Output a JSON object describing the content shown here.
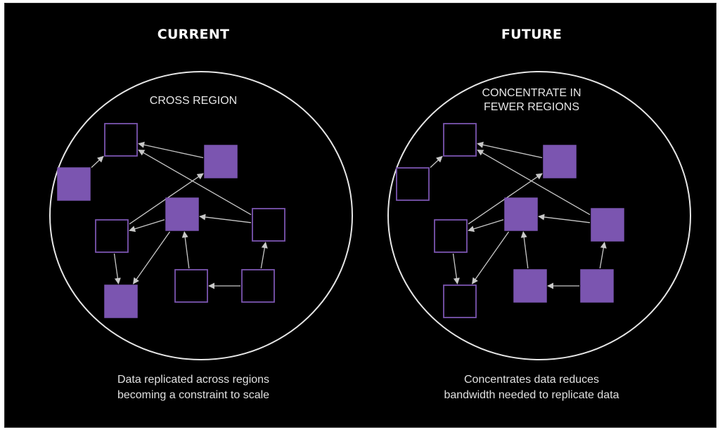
{
  "colors": {
    "background": "#000000",
    "node_purple": "#7b55b0",
    "line": "#c8c8c8",
    "text": "#e6e6e6"
  },
  "current": {
    "title": "CURRENT",
    "region_label": "CROSS REGION",
    "caption_line1": "Data replicated across regions",
    "caption_line2": "becoming a constraint to scale",
    "nodes": [
      {
        "id": "a",
        "filled": false
      },
      {
        "id": "b",
        "filled": true
      },
      {
        "id": "c",
        "filled": true
      },
      {
        "id": "d",
        "filled": false
      },
      {
        "id": "e",
        "filled": true
      },
      {
        "id": "f",
        "filled": false
      },
      {
        "id": "g",
        "filled": true
      },
      {
        "id": "h",
        "filled": false
      },
      {
        "id": "i",
        "filled": false
      }
    ]
  },
  "future": {
    "title": "FUTURE",
    "region_label_line1": "CONCENTRATE IN",
    "region_label_line2": "FEWER REGIONS",
    "caption_line1": "Concentrates data reduces",
    "caption_line2": "bandwidth needed to replicate data",
    "nodes": [
      {
        "id": "a",
        "filled": false
      },
      {
        "id": "b",
        "filled": false
      },
      {
        "id": "c",
        "filled": true
      },
      {
        "id": "d",
        "filled": false
      },
      {
        "id": "e",
        "filled": true
      },
      {
        "id": "f",
        "filled": true
      },
      {
        "id": "g",
        "filled": false
      },
      {
        "id": "h",
        "filled": true
      },
      {
        "id": "i",
        "filled": true
      }
    ]
  },
  "edges": [
    {
      "from": "b",
      "to": "a"
    },
    {
      "from": "c",
      "to": "a"
    },
    {
      "from": "f",
      "to": "a"
    },
    {
      "from": "d",
      "to": "c"
    },
    {
      "from": "d",
      "to": "g"
    },
    {
      "from": "e",
      "to": "d"
    },
    {
      "from": "f",
      "to": "e"
    },
    {
      "from": "h",
      "to": "e"
    },
    {
      "from": "i",
      "to": "h"
    },
    {
      "from": "i",
      "to": "f"
    },
    {
      "from": "e",
      "to": "g"
    }
  ]
}
